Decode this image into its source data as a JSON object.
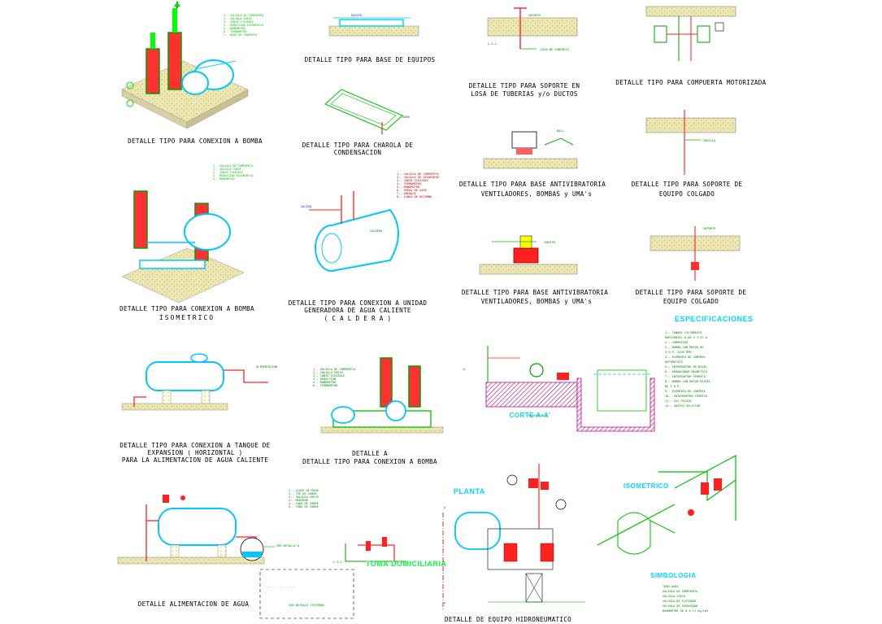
{
  "drawing": {
    "colors": {
      "background": "#ffffff",
      "pipe_cyan": "#00d8ff",
      "pipe_green": "#00e000",
      "pipe_red": "#ff0000",
      "soil_yellow": "#e8e0a0",
      "hatch_magenta": "#c00080"
    }
  },
  "details": {
    "d1": "DETALLE TIPO PARA CONEXION A BOMBA",
    "d2": "DETALLE TIPO PARA BASE DE EQUIPOS",
    "d3_l1": "DETALLE TIPO PARA SOPORTE EN",
    "d3_l2": "LOSA DE TUBERIAS y/o DUCTOS",
    "d4": "DETALLE TIPO PARA COMPUERTA MOTORIZADA",
    "d5_l1": "DETALLE TIPO PARA CHAROLA DE",
    "d5_l2": "CONDENSACION",
    "d6_l1": "DETALLE TIPO PARA BASE ANTIVIBRATORIA",
    "d6_l2": "VENTILADORES, BOMBAS y UMA's",
    "d7_l1": "DETALLE TIPO PARA SOPORTE DE",
    "d7_l2": "EQUIPO COLGADO",
    "d8_l1": "DETALLE TIPO PARA CONEXION A BOMBA",
    "d8_l2": "ISOMETRICO",
    "d9_l1": "DETALLE TIPO PARA CONEXION A UNIDAD",
    "d9_l2": "GENERADORA DE AGUA CALIENTE",
    "d9_l3": "( C A L D E R A )",
    "d10_l1": "DETALLE TIPO PARA BASE ANTIVIBRATORIA",
    "d10_l2": "VENTILADORES, BOMBAS y UMA's",
    "d11_l1": "DETALLE TIPO PARA SOPORTE DE",
    "d11_l2": "EQUIPO COLGADO",
    "d12_l1": "DETALLE TIPO PARA CONEXION A TANQUE DE",
    "d12_l2": "EXPANSION  ( HORIZONTAL )",
    "d12_l3": "PARA LA ALIMENTACION DE AGUA CALIENTE",
    "d13_l1": "DETALLE  A",
    "d13_l2": "DETALLE TIPO PARA CONEXION A BOMBA",
    "d14": "CORTE  A-A'",
    "d15": "DETALLE ALIMENTACION DE AGUA",
    "d16": "TOMA DOMICILIARIA",
    "d17": "DETALLE DE EQUIPO HIDRONEUMATICO"
  },
  "labels": {
    "especificaciones": "ESPECIFICACIONES",
    "simbologia": "SIMBOLOGIA",
    "planta": "PLANTA",
    "isometrico": "ISOMETRICO",
    "ver_detalle_a": "VER DETALLE A",
    "ver_detalle_cisterna": "VER DETALLE CISTERNA",
    "a_mark": "A",
    "a_prime": "A'"
  }
}
